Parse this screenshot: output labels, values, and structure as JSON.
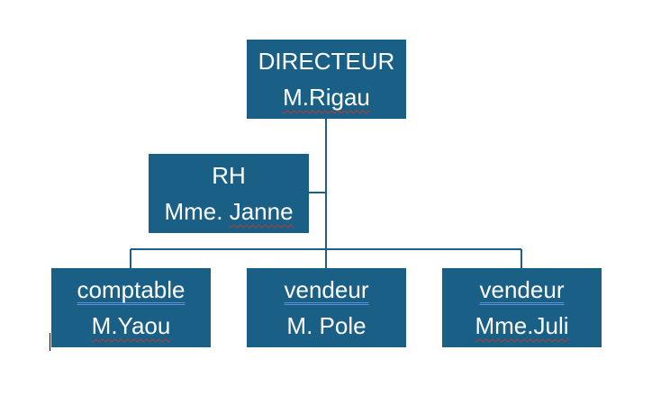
{
  "org_chart": {
    "director": {
      "title": "DIRECTEUR",
      "name": "M.Rigau"
    },
    "assistant": {
      "title": "RH",
      "name": "Mme. Janne"
    },
    "subordinates": [
      {
        "title": "comptable",
        "name": "M.Yaou"
      },
      {
        "title": "vendeur",
        "name": "M. Pole"
      },
      {
        "title": "vendeur",
        "name": "Mme.Juli"
      }
    ]
  },
  "colors": {
    "box_fill": "#1a5f86",
    "connector": "#1a5f86",
    "text": "#ffffff",
    "spell_underline": "#c0392b",
    "grammar_underline": "#5b8fd6"
  }
}
